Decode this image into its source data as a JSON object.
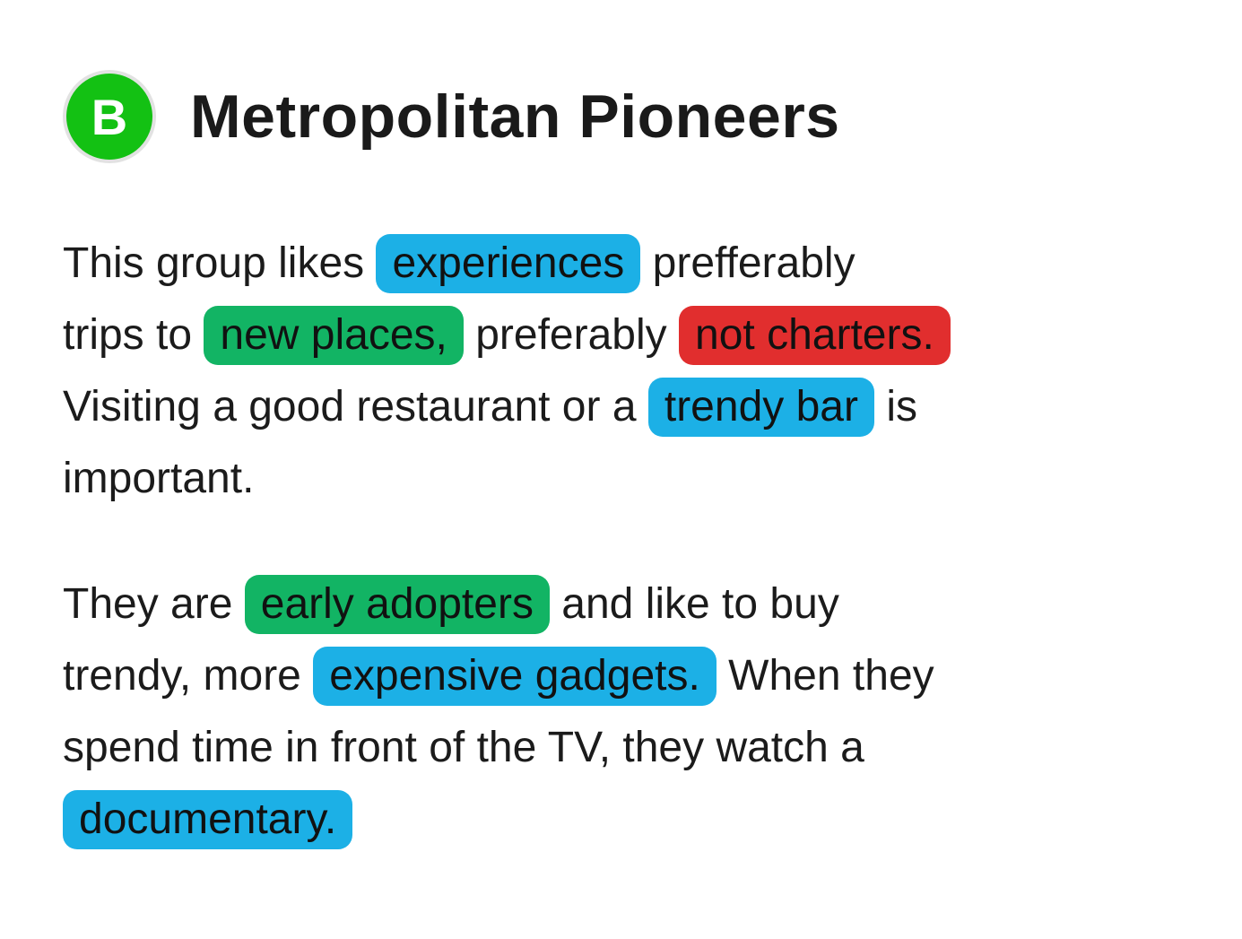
{
  "badge": {
    "letter": "B"
  },
  "title": "Metropolitan Pioneers",
  "colors": {
    "badge_green": "#13c113",
    "blue": "#1cb0e6",
    "green": "#12b464",
    "red": "#e12e2e",
    "text": "#1b1b1b"
  },
  "paragraphs": [
    {
      "lines": [
        [
          {
            "t": "This group likes "
          },
          {
            "t": "experiences",
            "hl": "blue"
          },
          {
            "t": " prefferably"
          }
        ],
        [
          {
            "t": "trips to "
          },
          {
            "t": "new places,",
            "hl": "green"
          },
          {
            "t": " preferably "
          },
          {
            "t": "not charters.",
            "hl": "red"
          }
        ],
        [
          {
            "t": "Visiting a good restaurant or a "
          },
          {
            "t": "trendy bar",
            "hl": "blue"
          },
          {
            "t": " is"
          }
        ],
        [
          {
            "t": "important."
          }
        ]
      ]
    },
    {
      "lines": [
        [
          {
            "t": "They are "
          },
          {
            "t": "early adopters",
            "hl": "green"
          },
          {
            "t": " and like to buy"
          }
        ],
        [
          {
            "t": "trendy, more "
          },
          {
            "t": "expensive gadgets.",
            "hl": "blue"
          },
          {
            "t": " When they"
          }
        ],
        [
          {
            "t": "spend time in front of the TV, they watch a"
          }
        ],
        [
          {
            "t": "documentary.",
            "hl": "blue"
          }
        ]
      ]
    }
  ]
}
